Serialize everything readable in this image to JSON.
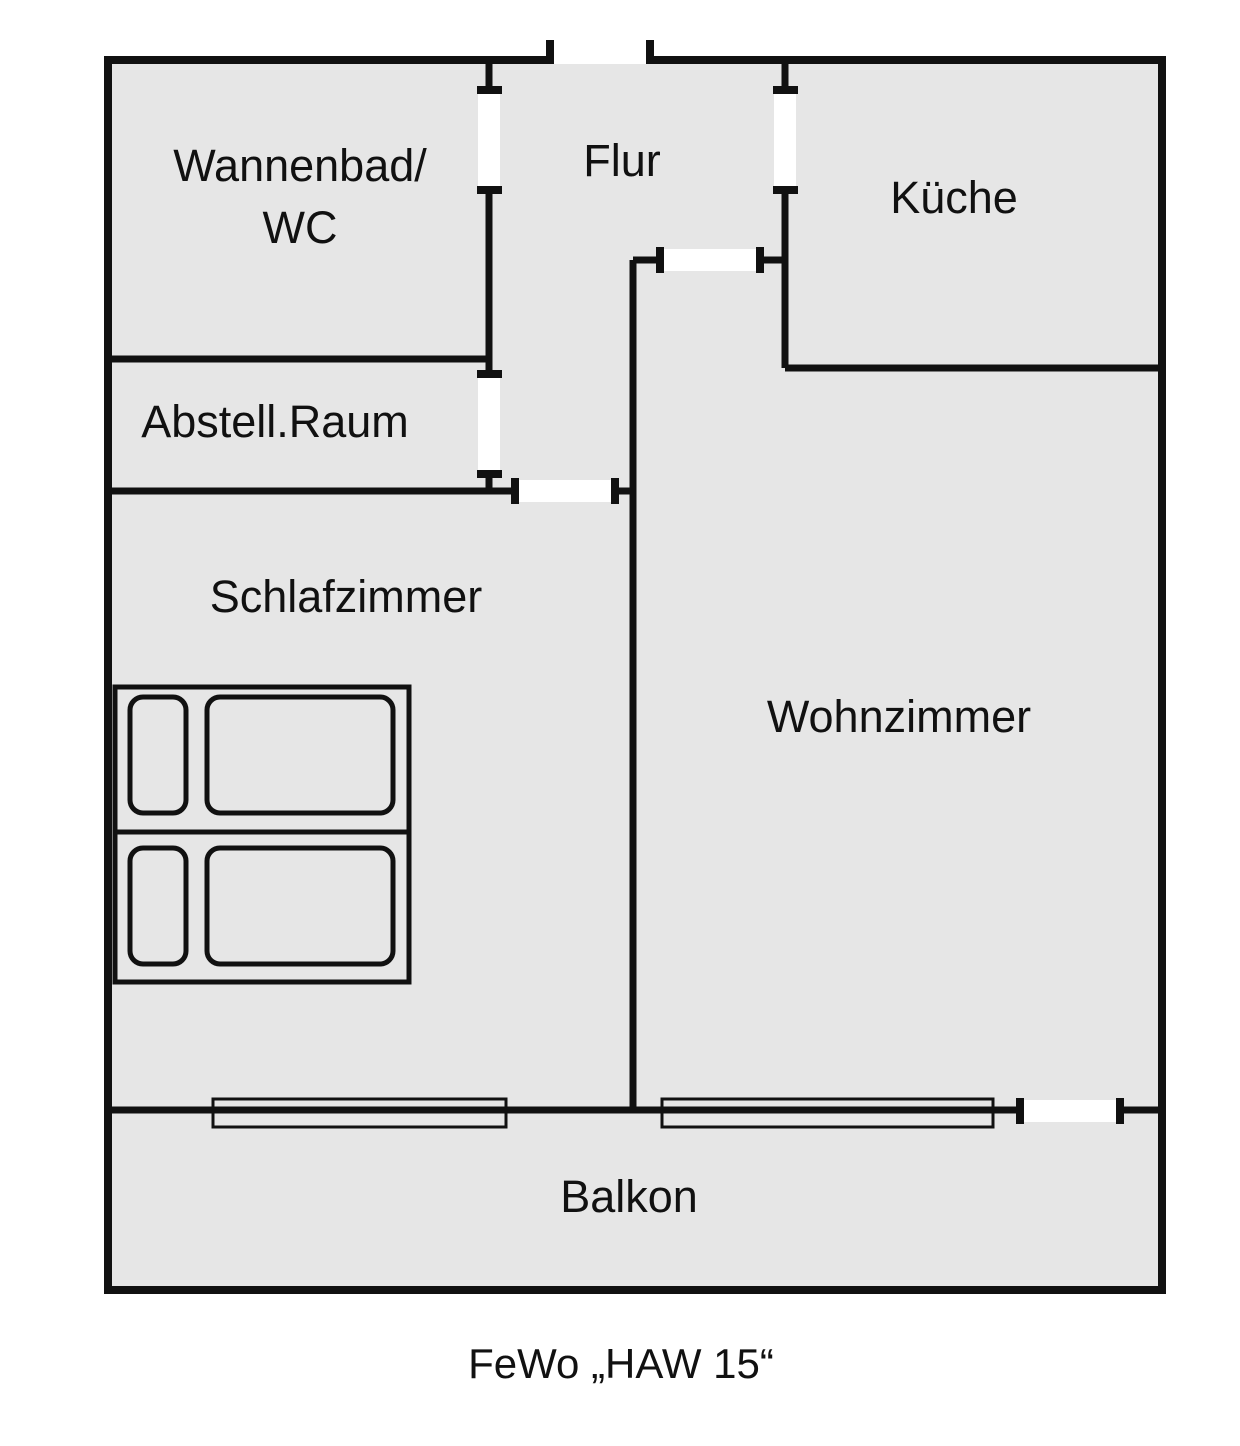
{
  "rooms": {
    "bath_line1": "Wannenbad/",
    "bath_line2": "WC",
    "hall": "Flur",
    "kitchen": "Küche",
    "storage": "Abstell.Raum",
    "bedroom": "Schlafzimmer",
    "living": "Wohnzimmer",
    "balcony": "Balkon"
  },
  "caption": "FeWo „HAW 15“",
  "colors": {
    "floor": "#e6e6e6",
    "wall": "#111111",
    "opening": "#ffffff"
  }
}
